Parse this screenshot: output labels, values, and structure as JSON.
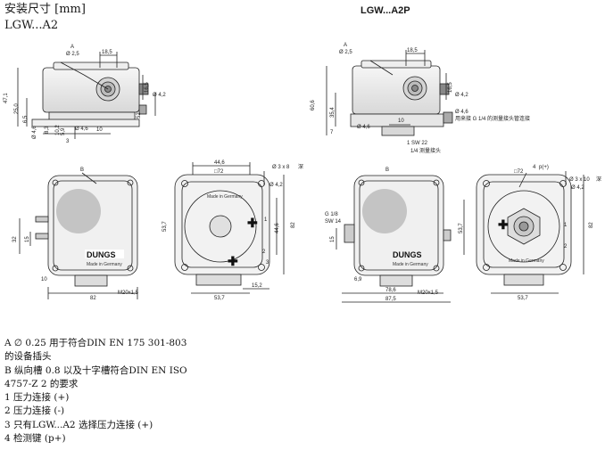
{
  "header": {
    "title_line1": "安装尺寸 [mm]",
    "title_line2": "LGW...A2",
    "right_title": "LGW...A2P"
  },
  "left_top_view": {
    "dims": {
      "d_a": "A",
      "d_a_val": "Ø 2,5",
      "w_top": "18,5",
      "h_total": "47,1",
      "h_mid": "25,0",
      "h_1": "16,5",
      "h_2": "Ø 4,2",
      "h_3": "6,5",
      "h_4": "Ø 4,6",
      "h_5": "8,3",
      "h_6": "10,2",
      "h_7": "5,9",
      "d_46": "Ø 4,6",
      "w_10": "10",
      "n_3": "3",
      "d_52": "52"
    }
  },
  "right_top_view": {
    "dims": {
      "d_a": "A",
      "d_a_val": "Ø 2,5",
      "w_top": "18,5",
      "h_total": "60,6",
      "h_mid": "35,4",
      "h_1": "16,5",
      "h_2": "Ø 4,2",
      "h_3": "7",
      "w_10": "10",
      "d_46": "Ø 4,6",
      "note_1": "Ø 4,6",
      "note_2": "用来接 G 1/4 的测量接头管连接",
      "note_3": "1  SW 22",
      "note_4": "1/4 测量接头"
    }
  },
  "left_front_view": {
    "label_b": "B",
    "w_82": "82",
    "h_32": "32",
    "h_15": "15",
    "w_10": "10",
    "m_thread": "M20x1,5",
    "brand": "DUNGS",
    "made_in": "Made in Germany"
  },
  "left_back_view": {
    "w_446": "44,6",
    "sq_72": "□72",
    "screws": "Ø 3 x 8",
    "screws_suffix": "深",
    "d_42": "Ø 4,2",
    "h_537": "53,7",
    "h_446": "44,6",
    "h_82": "82",
    "w_537": "53,7",
    "w_152": "15,2",
    "made_in": "Made in Germany",
    "n_1": "1",
    "n_2": "2",
    "n_3": "3"
  },
  "right_front_view": {
    "label_b": "B",
    "w_786": "78,6",
    "w_875": "87,5",
    "w_69": "6,9",
    "m_thread": "M20x1,5",
    "g18": "G 1/8",
    "sw14": "SW 14",
    "h_15": "15",
    "brand": "DUNGS",
    "made_in": "Made in Germany"
  },
  "right_back_view": {
    "label_4": "4",
    "label_p": "p(+)",
    "sq_72": "□72",
    "screws": "Ø 3 x 10",
    "screws_suffix": "深",
    "d_42": "Ø 4,2",
    "h_537": "53,7",
    "h_82": "82",
    "w_537": "53,7",
    "made_in": "Made in Germany",
    "n_1": "1",
    "n_2": "2"
  },
  "notes": [
    "A ∅ 0.25 用于符合DIN EN 175 301-803",
    "的设备插头",
    "B 纵向槽 0.8 以及十字槽符合DIN EN ISO",
    "4757-Z 2 的要求",
    "1 压力连接 (+)",
    "2 压力连接 (-)",
    "3 只有LGW...A2 选择压力连接 (+)",
    "4 检测键 (p+)"
  ]
}
